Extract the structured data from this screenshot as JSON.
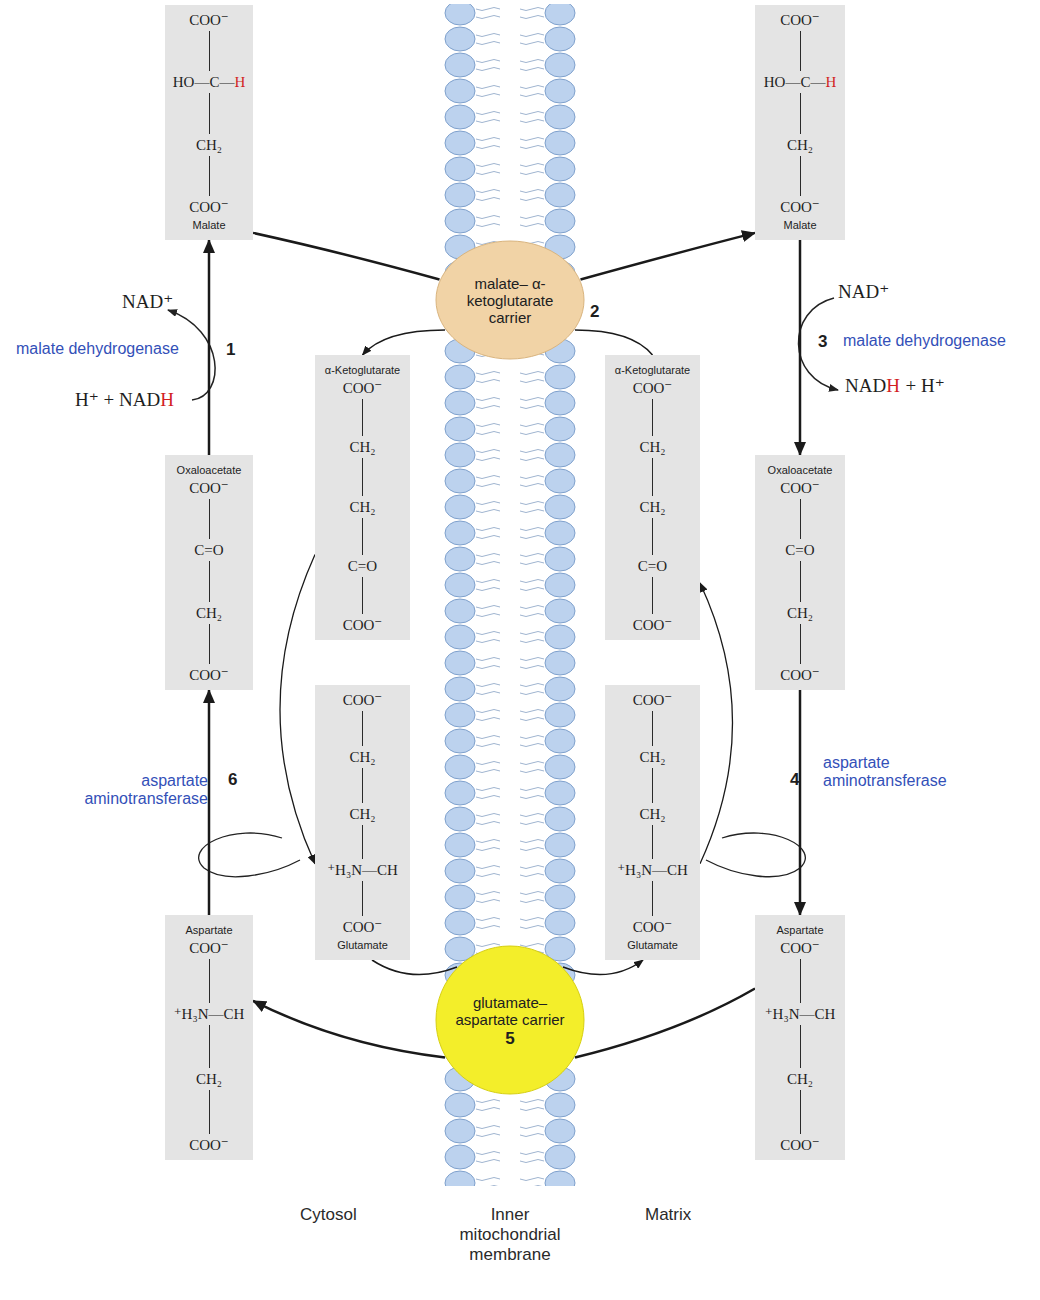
{
  "diagram": {
    "nodes": [
      {
        "text": [
          "COO⁻",
          "HO—C—",
          "H",
          "CH₂",
          "COO⁻",
          "Malate"
        ]
      },
      {
        "text": [
          "COO⁻",
          "HO—C—",
          "H",
          "CH₂",
          "COO⁻",
          "Malate"
        ]
      },
      {
        "text": [
          "malate– α-ketoglutarate carrier"
        ]
      },
      {
        "text": [
          "α-Ketoglutarate",
          "COO⁻",
          "CH₂",
          "CH₂",
          "C=O",
          "COO⁻"
        ]
      },
      {
        "text": [
          "α-Ketoglutarate",
          "COO⁻",
          "CH₂",
          "CH₂",
          "C=O",
          "COO⁻"
        ]
      },
      {
        "text": [
          "Oxaloacetate",
          "COO⁻",
          "C=O",
          "CH₂",
          "COO⁻"
        ]
      },
      {
        "text": [
          "Oxaloacetate",
          "COO⁻",
          "C=O",
          "CH₂",
          "COO⁻"
        ]
      },
      {
        "text": [
          "COO⁻",
          "CH₂",
          "CH₂",
          "⁺H₃N—CH",
          "COO⁻",
          "Glutamate"
        ]
      },
      {
        "text": [
          "COO⁻",
          "CH₂",
          "CH₂",
          "⁺H₃N—CH",
          "COO⁻",
          "Glutamate"
        ]
      },
      {
        "text": [
          "glutamate– aspartate carrier",
          "5"
        ]
      },
      {
        "text": [
          "Aspartate",
          "COO⁻",
          "⁺H₃N—CH",
          "CH₂",
          "COO⁻"
        ]
      },
      {
        "text": [
          "Aspartate",
          "COO⁻",
          "⁺H₃N—CH",
          "CH₂",
          "COO⁻"
        ]
      }
    ],
    "edges": [
      {
        "from": 0,
        "to": 2,
        "arrow": "none"
      },
      {
        "from": 2,
        "to": 1,
        "arrow": "to"
      },
      {
        "from": 4,
        "to": 2,
        "arrow": "none"
      },
      {
        "from": 2,
        "to": 3,
        "arrow": "to"
      },
      {
        "from": 5,
        "to": 0,
        "arrow": "to"
      },
      {
        "from": 1,
        "to": 6,
        "arrow": "to"
      },
      {
        "from": 6,
        "to": 11,
        "arrow": "to"
      },
      {
        "from": 10,
        "to": 5,
        "arrow": "to"
      },
      {
        "from": 11,
        "to": 9,
        "arrow": "none"
      },
      {
        "from": 9,
        "to": 10,
        "arrow": "to"
      },
      {
        "from": 7,
        "to": 9,
        "arrow": "none"
      },
      {
        "from": 9,
        "to": 8,
        "arrow": "to"
      },
      {
        "from": 3,
        "to": 7,
        "arrow": "to"
      },
      {
        "from": 8,
        "to": 4,
        "arrow": "to"
      }
    ],
    "labels": [
      "NAD⁺",
      "malate dehydrogenase",
      "1",
      "H⁺ + NAD",
      "H",
      "2",
      "NAD⁺",
      "3",
      "malate dehydrogenase",
      "NAD",
      "H",
      "+ H⁺",
      "4",
      "aspartate aminotransferase",
      "6",
      "aspartate aminotransferase",
      "Cytosol",
      "Inner mitochondrial membrane",
      "Matrix"
    ]
  }
}
